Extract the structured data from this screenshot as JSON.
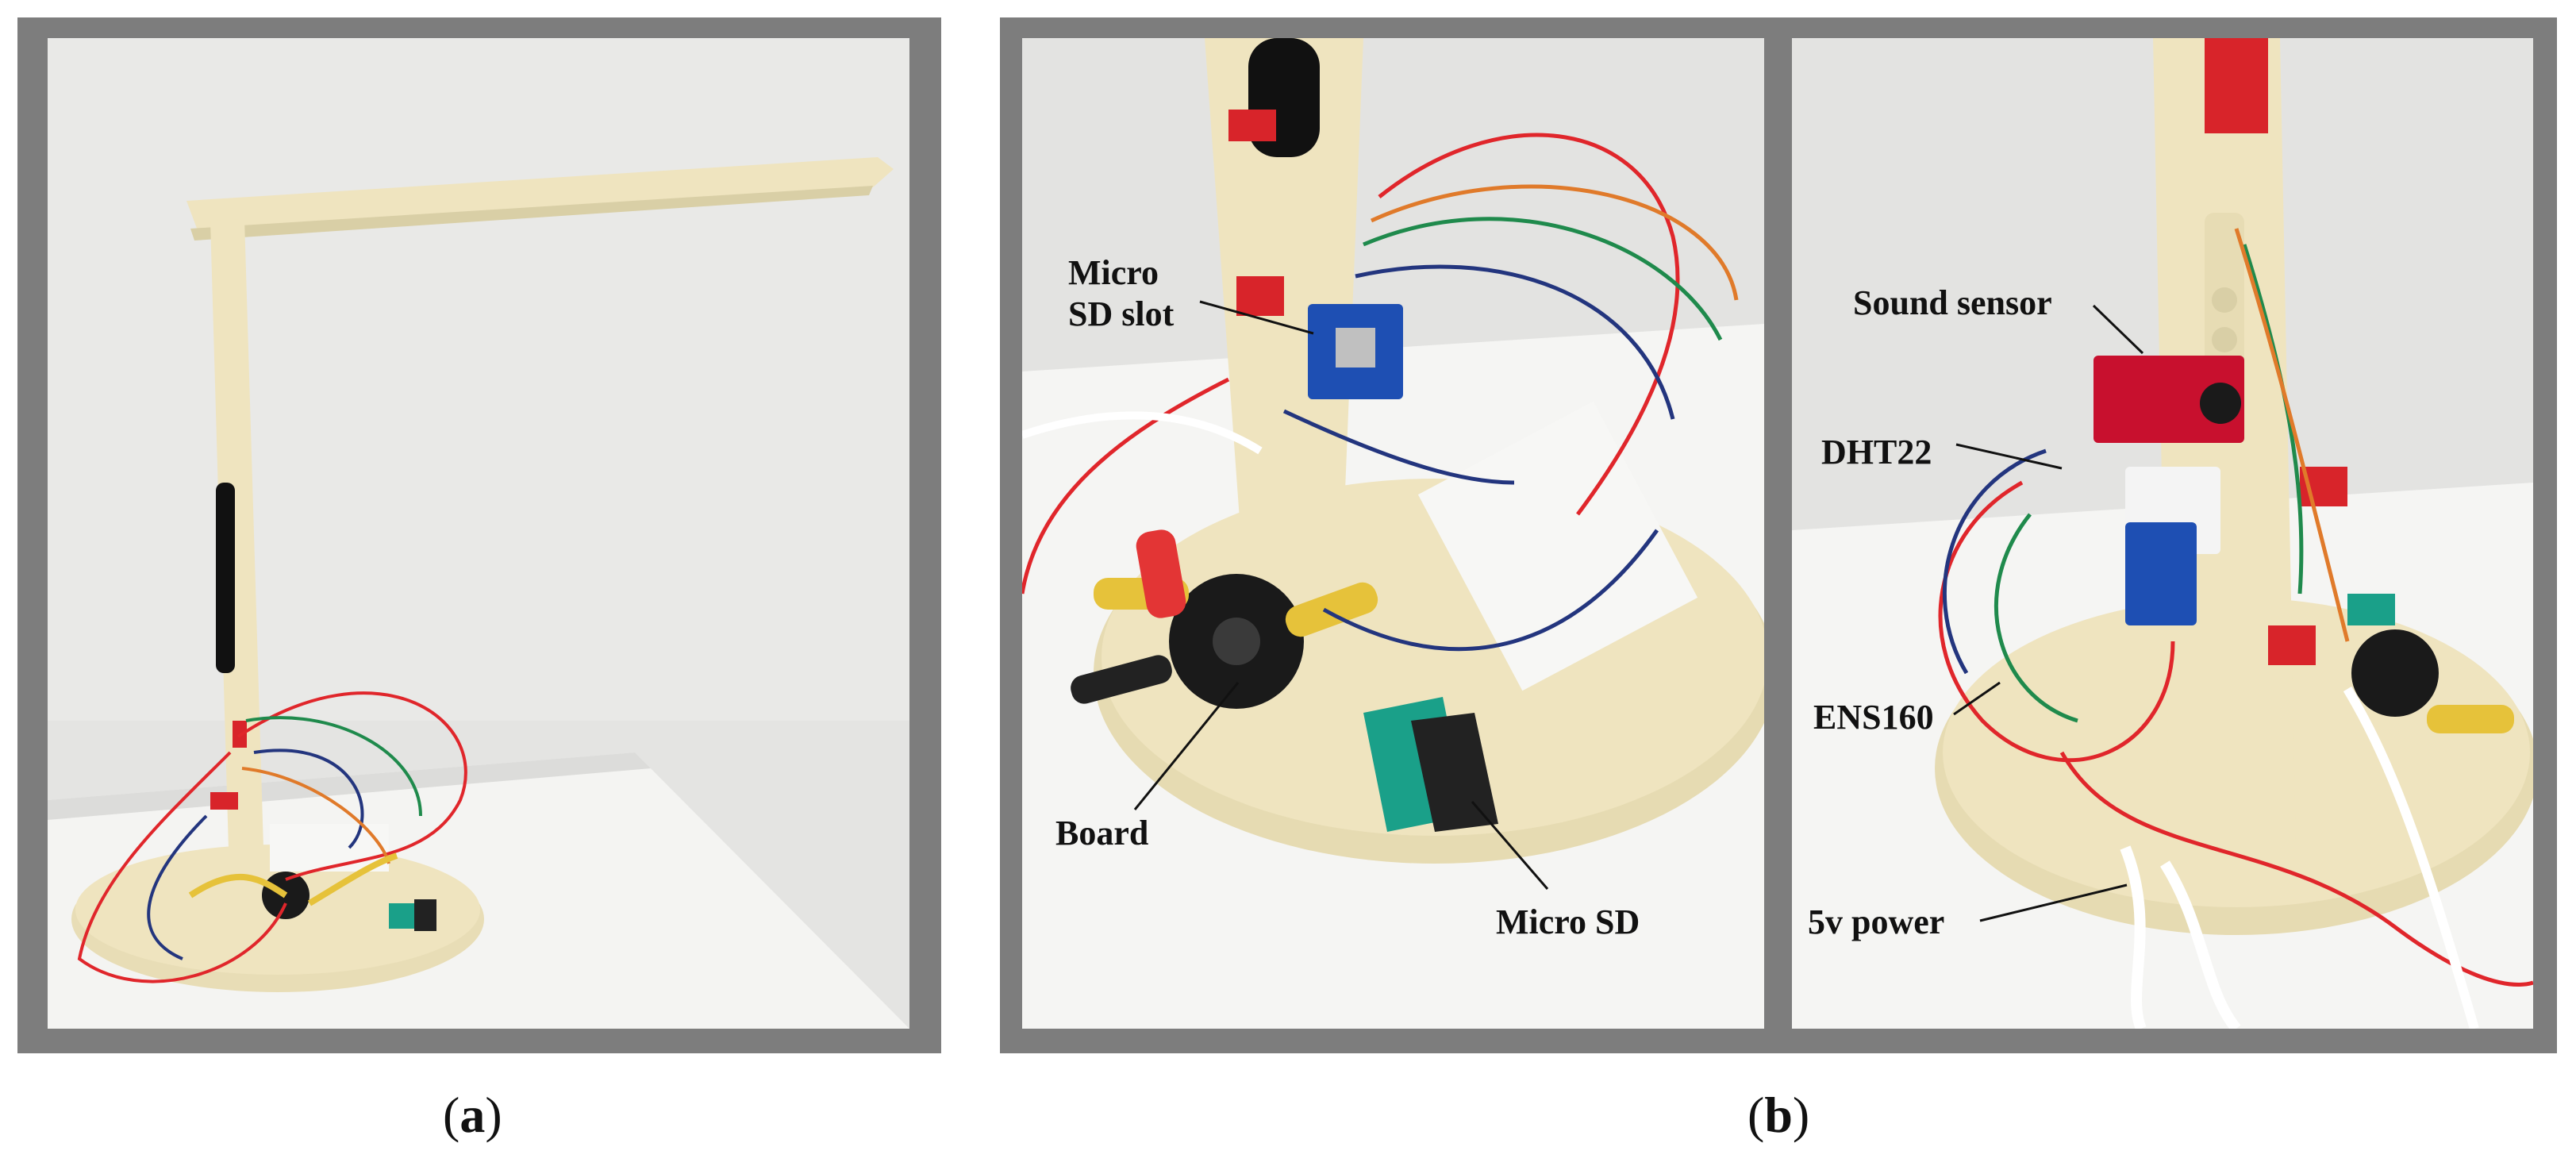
{
  "figure": {
    "panel_a": {
      "caption": "a"
    },
    "panel_b": {
      "caption": "b"
    }
  },
  "labels": {
    "micro_sd_slot": [
      "Micro",
      "SD slot"
    ],
    "board": "Board",
    "micro_sd": "Micro SD",
    "sound_sensor": "Sound sensor",
    "dht22": "DHT22",
    "ens160": "ENS160",
    "power": "5v power"
  },
  "colors": {
    "frame": "#7d7d7d",
    "lamp_cream": "#efe4bf",
    "wall": "#e6e6e4",
    "table": "#f2f2f0",
    "tape_red": "#d8242a",
    "wire_red": "#e0262b",
    "wire_green": "#1f8a4c",
    "wire_blue": "#23357e",
    "wire_orange": "#e07a2a",
    "breakout_blue": "#1e4fb3",
    "sensor_red": "#c8102e"
  }
}
